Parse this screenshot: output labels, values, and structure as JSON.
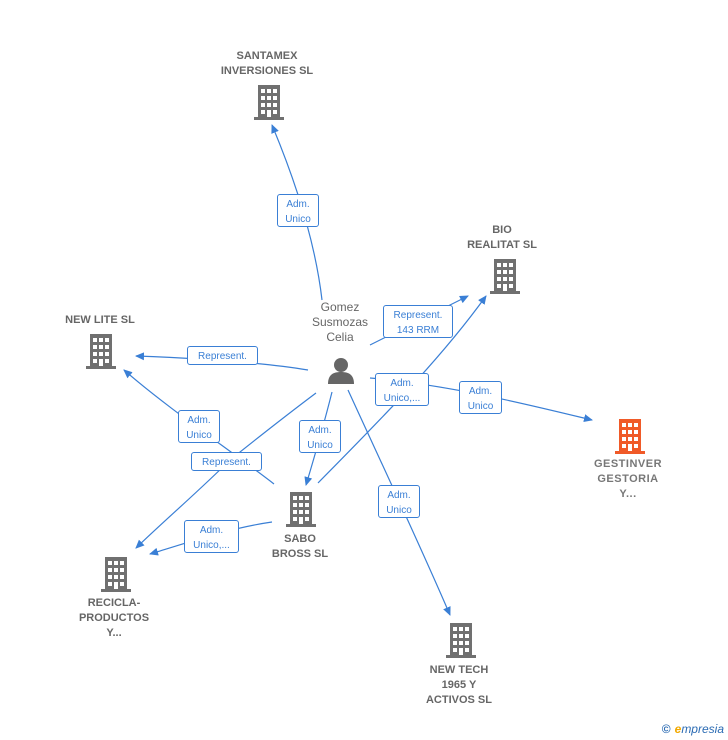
{
  "colors": {
    "edge": "#3a7fd5",
    "building": "#707070",
    "focus": "#f05a28",
    "person": "#666666"
  },
  "person": {
    "label": "Gomez\nSusmozas\nCelia",
    "icon": "person-icon"
  },
  "nodes": [
    {
      "id": "santamex",
      "label": "SANTAMEX\nINVERSIONES SL",
      "icon": "building-icon"
    },
    {
      "id": "bio",
      "label": "BIO\nREALITAT SL",
      "icon": "building-icon"
    },
    {
      "id": "newlite",
      "label": "NEW LITE SL",
      "icon": "building-icon"
    },
    {
      "id": "gestinver",
      "label": "GESTINVER\nGESTORIA\nY...",
      "icon": "building-icon",
      "focus": true
    },
    {
      "id": "sabo",
      "label": "SABO\nBROSS SL",
      "icon": "building-icon"
    },
    {
      "id": "recicla",
      "label": "RECICLA-\nPRODUCTOS\nY...",
      "icon": "building-icon"
    },
    {
      "id": "newtech",
      "label": "NEW TECH\n1965 Y\nACTIVOS  SL",
      "icon": "building-icon"
    }
  ],
  "edge_labels": [
    {
      "id": "e1",
      "text": "Adm.\nUnico"
    },
    {
      "id": "e2",
      "text": "Represent.\n143 RRM"
    },
    {
      "id": "e3",
      "text": "Represent."
    },
    {
      "id": "e4",
      "text": "Adm.\nUnico,..."
    },
    {
      "id": "e5",
      "text": "Adm.\nUnico"
    },
    {
      "id": "e6",
      "text": "Adm.\nUnico"
    },
    {
      "id": "e7",
      "text": "Adm.\nUnico"
    },
    {
      "id": "e8",
      "text": "Represent."
    },
    {
      "id": "e9",
      "text": "Adm.\nUnico"
    },
    {
      "id": "e10",
      "text": "Adm.\nUnico,..."
    }
  ],
  "brand": {
    "copyright": "©",
    "first": "e",
    "rest": "mpresia"
  }
}
